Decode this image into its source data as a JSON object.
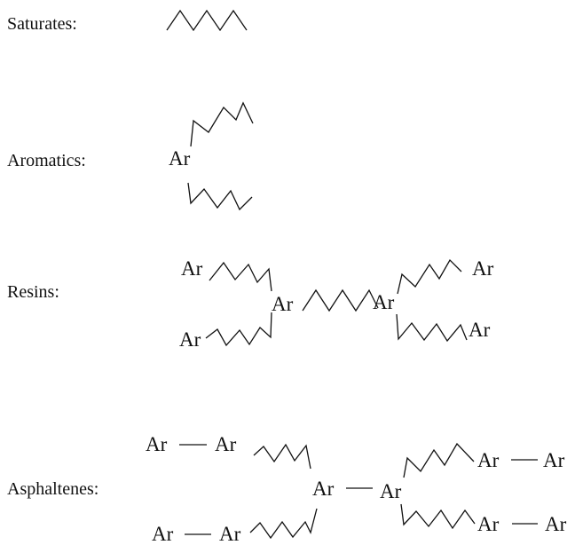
{
  "labels": {
    "saturates": "Saturates:",
    "aromatics": "Aromatics:",
    "resins": "Resins:",
    "asphaltenes": "Asphaltenes:"
  },
  "aryl": "Ar"
}
